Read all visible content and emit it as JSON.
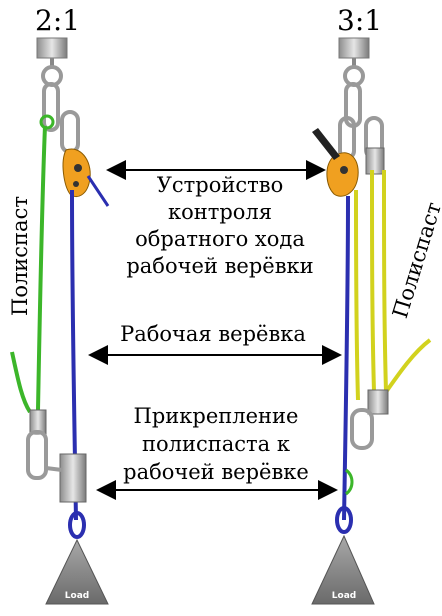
{
  "left_system": {
    "ratio": "2:1",
    "polyspast_label": "Полиспаст",
    "load_label": "Load"
  },
  "right_system": {
    "ratio": "3:1",
    "polyspast_label": "Полиспаст",
    "load_label": "Load"
  },
  "callouts": {
    "device": [
      "Устройство",
      "контроля",
      "обратного хода",
      "рабочей верёвки"
    ],
    "working_rope": "Рабочая верёвка",
    "attachment": [
      "Прикрепление",
      "полиспаста к",
      "рабочей верёвке"
    ]
  },
  "colors": {
    "working_rope": "#2b2fb0",
    "polyspast_left": "#3cb62a",
    "polyspast_right": "#d2d21e",
    "device": "#f0a020",
    "load": "#8a8a8a",
    "anchor": "#b8b8b8"
  }
}
